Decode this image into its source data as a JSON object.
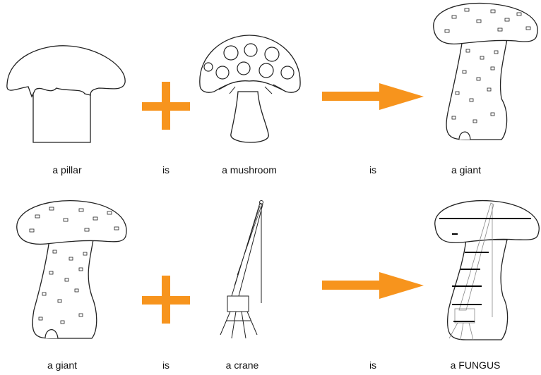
{
  "colors": {
    "accent": "#f7941d",
    "ink": "#222222",
    "background": "#ffffff"
  },
  "row1": {
    "labels": [
      "a pillar",
      "is",
      "a mushroom",
      "is",
      "a giant"
    ],
    "icons": [
      "pillar-mushroom-cap-icon",
      "plus-icon",
      "spotted-mushroom-icon",
      "arrow-right-icon",
      "giant-mushroom-icon"
    ]
  },
  "row2": {
    "labels": [
      "a giant",
      "is",
      "a crane",
      "is",
      "a FUNGUS"
    ],
    "icons": [
      "giant-mushroom-icon",
      "plus-icon",
      "crane-icon",
      "arrow-right-icon",
      "fungus-crane-icon"
    ]
  }
}
